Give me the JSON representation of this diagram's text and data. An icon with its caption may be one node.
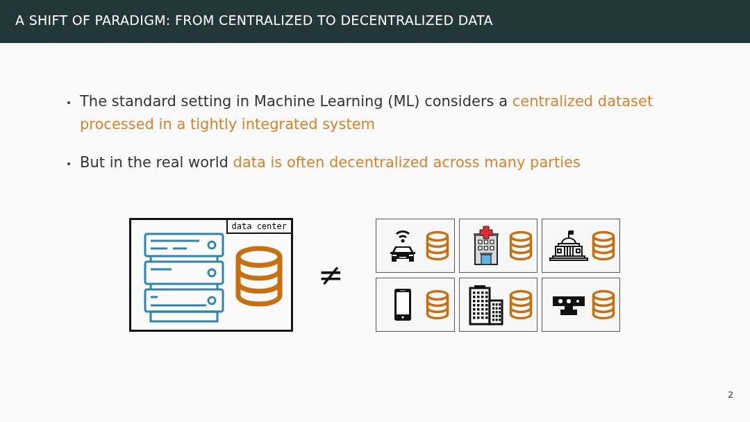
{
  "diagram": {
    "title": "A SHIFT OF PARADIGM: FROM CENTRALIZED TO DECENTRALIZED DATA",
    "nodes": [
      {
        "text": [
          "data center"
        ]
      },
      {
        "text": [],
        "shape": "box"
      },
      {
        "text": [],
        "shape": "box"
      },
      {
        "text": [],
        "shape": "box"
      },
      {
        "text": [],
        "shape": "box"
      },
      {
        "text": [],
        "shape": "box"
      },
      {
        "text": [],
        "shape": "box"
      }
    ],
    "edges": [],
    "labels": [
      "The standard setting in Machine Learning (ML) considers a **centralized dataset processed in a tightly integrated system**",
      "But in the real world **data is often decentralized across many parties**",
      "≠",
      "2"
    ]
  }
}
